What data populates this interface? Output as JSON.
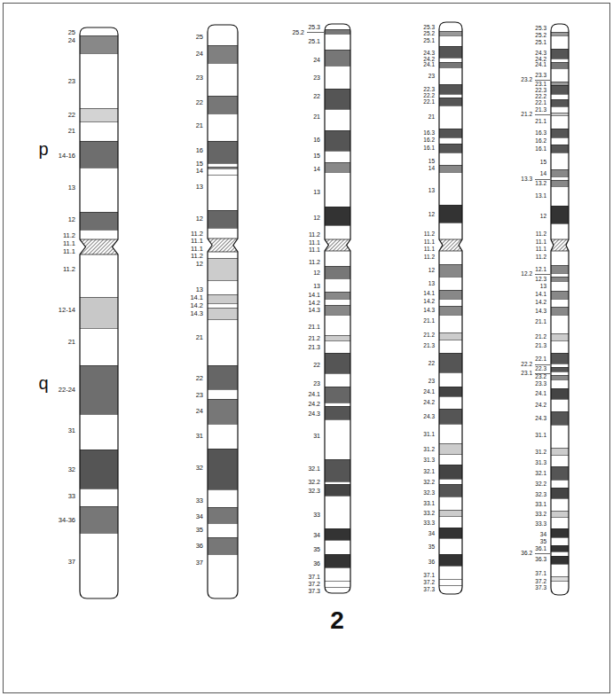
{
  "diagram": {
    "labels": [
      "p",
      "q",
      "25",
      "24",
      "23",
      "22",
      "21",
      "14-16",
      "13",
      "12",
      "11.2",
      "11.1",
      "11.1",
      "11.2",
      "12-14",
      "21",
      "22-24",
      "31",
      "32",
      "33",
      "34-36",
      "37",
      "25",
      "24",
      "23",
      "22",
      "21",
      "16",
      "15",
      "14",
      "13",
      "12",
      "11.2",
      "11.1",
      "11.1",
      "11.2",
      "12",
      "13",
      "14.1",
      "14.2",
      "14.3",
      "21",
      "22",
      "23",
      "24",
      "31",
      "32",
      "33",
      "34",
      "35",
      "36",
      "37",
      "25.3",
      "25.2",
      "25.1",
      "24",
      "23",
      "22",
      "21",
      "16",
      "15",
      "14",
      "13",
      "12",
      "11.2",
      "11.1",
      "11.1",
      "11.2",
      "12",
      "13",
      "14.1",
      "14.2",
      "14.3",
      "21.1",
      "21.2",
      "21.3",
      "22",
      "23",
      "24.1",
      "24.2",
      "24.3",
      "31",
      "32.1",
      "32.2",
      "32.3",
      "33",
      "34",
      "35",
      "36",
      "37.1",
      "37.2",
      "37.3",
      "25.3",
      "25.2",
      "25.1",
      "24.3",
      "24.2",
      "24.1",
      "23",
      "22.3",
      "22.2",
      "22.1",
      "21",
      "16.3",
      "16.2",
      "16.1",
      "15",
      "14",
      "13",
      "12",
      "11.2",
      "11.1",
      "11.1",
      "11.2",
      "12",
      "13",
      "14.1",
      "14.2",
      "14.3",
      "21.1",
      "21.2",
      "21.3",
      "22",
      "23",
      "24.1",
      "24.2",
      "24.3",
      "31.1",
      "31.2",
      "31.3",
      "32.1",
      "32.2",
      "32.3",
      "33.1",
      "33.2",
      "33.3",
      "34",
      "35",
      "36",
      "37.1",
      "37.2",
      "37.3",
      "25.3",
      "25.2",
      "25.1",
      "24.3",
      "24.2",
      "24.1",
      "23.3",
      "23.2",
      "23.1",
      "22.3",
      "22.2",
      "22.1",
      "21.3",
      "21.2",
      "21.1",
      "16.3",
      "16.2",
      "16.1",
      "15",
      "14",
      "13.3",
      "13.2",
      "13.1",
      "12",
      "11.2",
      "11.1",
      "11.1",
      "11.2",
      "12.1",
      "12.2",
      "12.3",
      "13",
      "14.1",
      "14.2",
      "14.3",
      "21.1",
      "21.2",
      "21.3",
      "22.1",
      "22.2",
      "22.3",
      "23.1",
      "23.2",
      "23.3",
      "24.1",
      "24.2",
      "24.3",
      "31.1",
      "31.2",
      "31.3",
      "32.1",
      "32.2",
      "32.3",
      "33.1",
      "33.2",
      "33.3",
      "34",
      "35",
      "36.1",
      "36.2",
      "36.3",
      "37.1",
      "37.2",
      "37.3",
      "2"
    ]
  }
}
